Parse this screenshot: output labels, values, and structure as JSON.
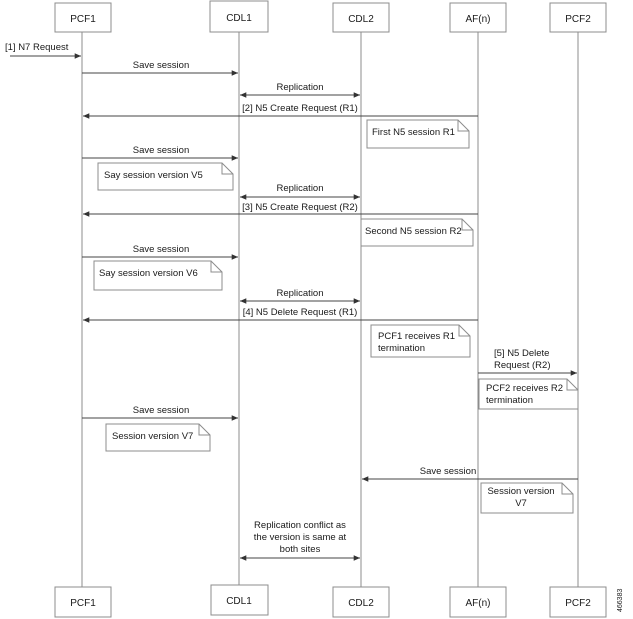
{
  "participants": [
    {
      "id": "pcf1",
      "label": "PCF1"
    },
    {
      "id": "cdl1",
      "label": "CDL1"
    },
    {
      "id": "cdl2",
      "label": "CDL2"
    },
    {
      "id": "af",
      "label": "AF(n)"
    },
    {
      "id": "pcf2",
      "label": "PCF2"
    }
  ],
  "messages": [
    {
      "id": "m1",
      "label": "[1] N7 Request",
      "from": "external",
      "to": "pcf1"
    },
    {
      "id": "m2",
      "label": "Save session",
      "from": "pcf1",
      "to": "cdl1"
    },
    {
      "id": "m3",
      "label": "Replication",
      "from": "cdl1",
      "to": "cdl2",
      "bidirectional": true
    },
    {
      "id": "m4",
      "label": "[2] N5 Create Request (R1)",
      "from": "af",
      "to": "pcf1"
    },
    {
      "id": "m5",
      "label": "Save session",
      "from": "pcf1",
      "to": "cdl1"
    },
    {
      "id": "m6",
      "label": "Replication",
      "from": "cdl1",
      "to": "cdl2",
      "bidirectional": true
    },
    {
      "id": "m7",
      "label": "[3] N5 Create Request (R2)",
      "from": "af",
      "to": "pcf1"
    },
    {
      "id": "m8",
      "label": "Save session",
      "from": "pcf1",
      "to": "cdl1"
    },
    {
      "id": "m9",
      "label": "Replication",
      "from": "cdl1",
      "to": "cdl2",
      "bidirectional": true
    },
    {
      "id": "m10",
      "label": "[4] N5 Delete Request (R1)",
      "from": "af",
      "to": "pcf1"
    },
    {
      "id": "m11",
      "label": "[5] N5 Delete Request (R2)",
      "from": "af",
      "to": "pcf2"
    },
    {
      "id": "m12",
      "label": "Save session",
      "from": "pcf1",
      "to": "cdl1"
    },
    {
      "id": "m13",
      "label": "Save session",
      "from": "pcf2",
      "to": "cdl2"
    },
    {
      "id": "m14",
      "label": "Replication conflict as the version is same at both sites",
      "from": "cdl1",
      "to": "cdl2",
      "bidirectional": true
    }
  ],
  "notes": [
    {
      "id": "n1",
      "text": "First N5 session R1"
    },
    {
      "id": "n2",
      "text": "Say session version V5"
    },
    {
      "id": "n3",
      "text": "Second N5 session R2"
    },
    {
      "id": "n4",
      "text": "Say session version V6"
    },
    {
      "id": "n5",
      "text": "PCF1 receives R1 termination"
    },
    {
      "id": "n6",
      "text": "PCF2 receives R2 termination"
    },
    {
      "id": "n7",
      "text": "Session version V7"
    },
    {
      "id": "n8",
      "text": "Session version V7"
    }
  ],
  "figure_id": "466383"
}
